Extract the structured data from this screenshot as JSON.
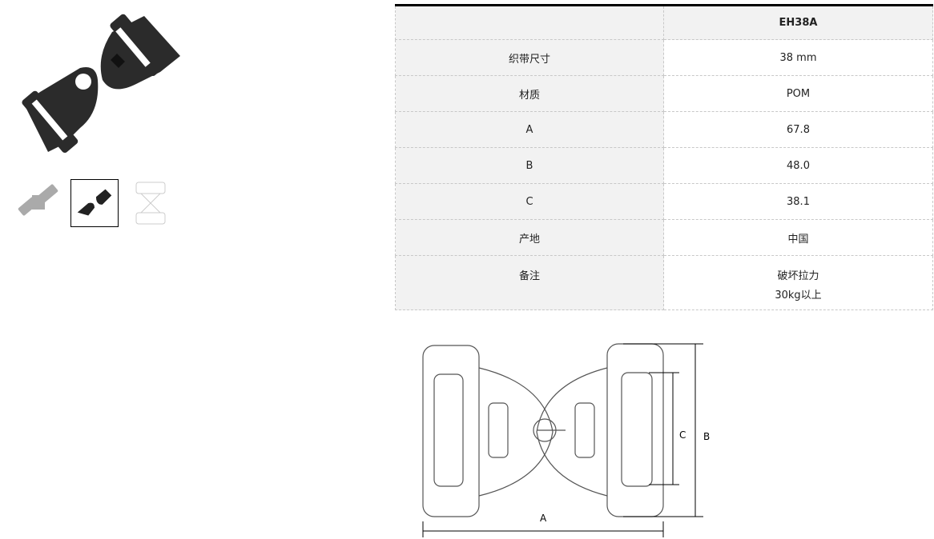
{
  "gallery": {
    "thumbnails": [
      {
        "name": "buckle-assembled-gray"
      },
      {
        "name": "buckle-black",
        "selected": true
      },
      {
        "name": "buckle-outline-drawing"
      }
    ]
  },
  "spec_table": {
    "model": "EH38A",
    "rows": [
      {
        "label": "织带尺寸",
        "value": "38 mm"
      },
      {
        "label": "材质",
        "value": "POM"
      },
      {
        "label": "A",
        "value": "67.8"
      },
      {
        "label": "B",
        "value": "48.0"
      },
      {
        "label": "C",
        "value": "38.1"
      },
      {
        "label": "产地",
        "value": "中国"
      }
    ],
    "note": {
      "label": "备注",
      "line1": "破坏拉力",
      "line2": "30kg以上"
    }
  },
  "diagram": {
    "labels": {
      "a": "A",
      "b": "B",
      "c": "C"
    }
  }
}
